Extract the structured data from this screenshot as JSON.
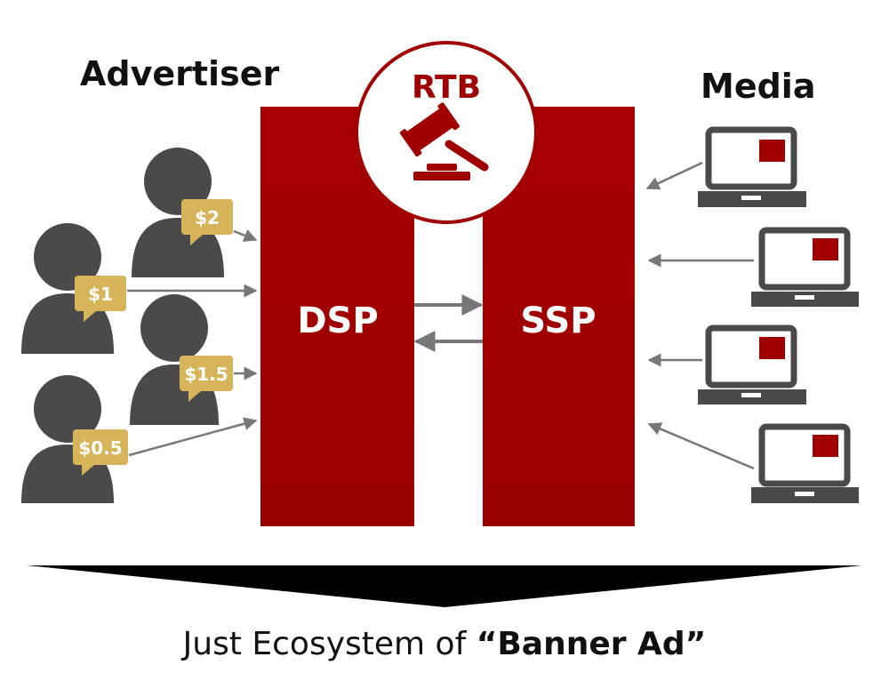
{
  "labels": {
    "advertiser": "Advertiser",
    "media": "Media",
    "rtb": "RTB",
    "dsp": "DSP",
    "ssp": "SSP"
  },
  "bids": {
    "top": "$2",
    "left_upper": "$1",
    "right_lower": "$1.5",
    "left_lower": "$0.5"
  },
  "caption": {
    "prefix": "Just Ecosystem of ",
    "emphasis": "“Banner Ad”"
  },
  "colors": {
    "brand_red": "#a10000",
    "person_gray": "#4a4a4a",
    "bid_gold": "#d7b45a",
    "arrow_gray": "#777777",
    "laptop_gray": "#4a4a4a",
    "triangle": "#000000"
  },
  "icons": {
    "person": "person-icon",
    "laptop": "laptop-icon",
    "gavel": "gavel-icon"
  }
}
